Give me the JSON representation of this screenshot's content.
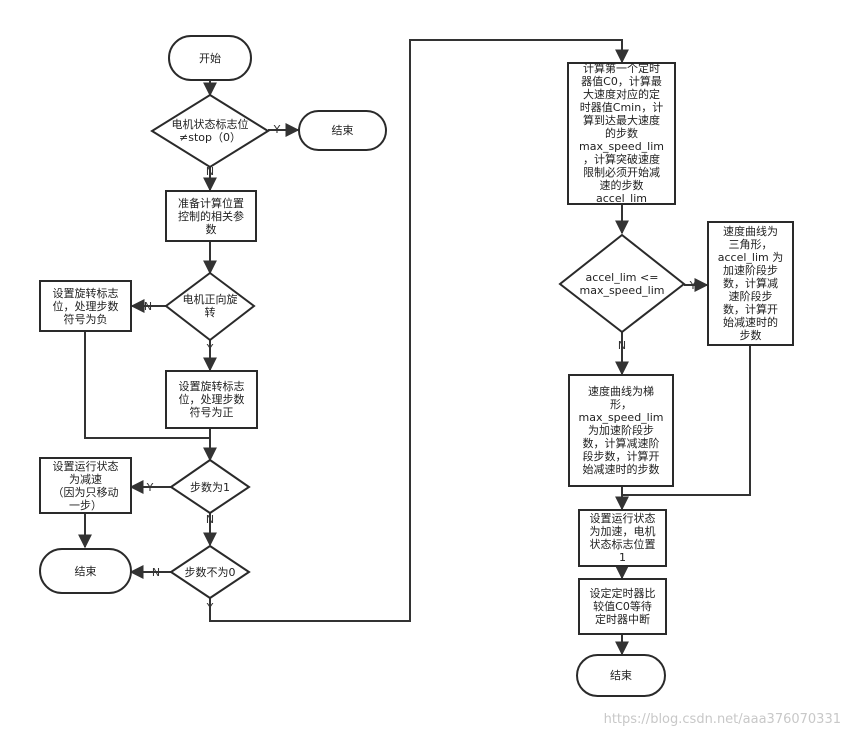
{
  "diagram": {
    "nodes": {
      "start": "开始",
      "check_stop": "电机状态标志位\n≠stop（0）",
      "end_top": "结束",
      "prepare": "准备计算位置\n控制的相关参\n数",
      "check_dir": "电机正向旋\n转",
      "set_neg": "设置旋转标志\n位，处理步数\n符号为负",
      "set_pos": "设置旋转标志\n位，处理步数\n符号为正",
      "check_steps1": "步数为1",
      "set_decel": "设置运行状态\n为减速\n（因为只移动\n一步）",
      "check_nonzero": "步数不为0",
      "end_left": "结束",
      "calc": "计算第一个定时\n器值C0，计算最\n大速度对应的定\n时器值Cmin，计\n算到达最大速度\n的步数\nmax_speed_lim\n，计算突破速度\n限制必须开始减\n速的步数\naccel_lim",
      "check_accel": "accel_lim <=\nmax_speed_lim",
      "triangle": "速度曲线为\n三角形，\naccel_lim 为\n加速阶段步\n数，计算减\n速阶段步\n数，计算开\n始减速时的\n步数",
      "trapezoid": "速度曲线为梯\n形，\nmax_speed_lim\n为加速阶段步\n数，计算减速阶\n段步数，计算开\n始减速时的步数",
      "set_accel": "设置运行状态\n为加速，电机\n状态标志位置\n1",
      "set_timer": "设定定时器比\n较值C0等待\n定时器中断",
      "end_right": "结束"
    },
    "edge_labels": {
      "stop_yes": "Y",
      "stop_no": "N",
      "dir_no": "N",
      "dir_yes": "Y",
      "steps1_yes": "Y",
      "steps1_no": "N",
      "nonzero_no": "N",
      "nonzero_yes": "Y",
      "accel_yes": "Y",
      "accel_no": "N"
    }
  },
  "watermark": "https://blog.csdn.net/aaa376070331"
}
